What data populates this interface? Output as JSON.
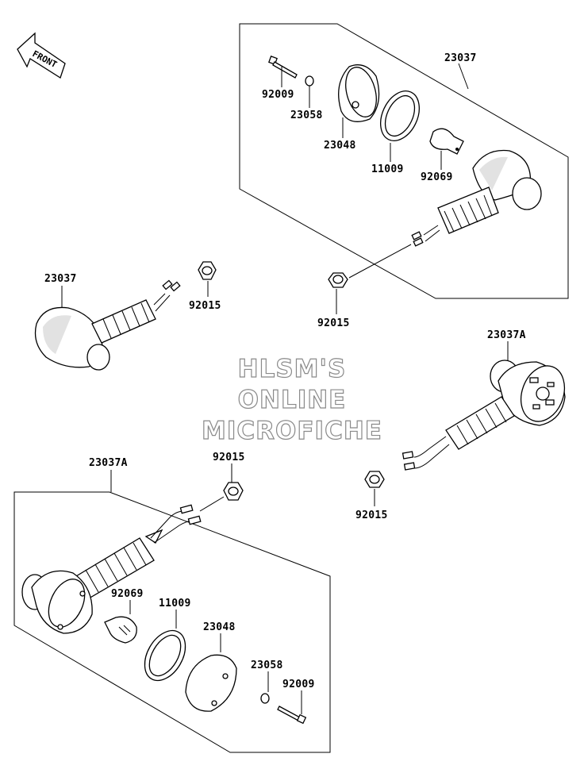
{
  "front_arrow": {
    "label": "FRONT"
  },
  "watermark": {
    "lines": [
      "HLSM'S",
      "ONLINE",
      "MICROFICHE"
    ]
  },
  "callouts": {
    "top_box_assembly": "23037",
    "top_screw": "92009",
    "top_washer": "23058",
    "top_lens": "23048",
    "top_gasket": "11009",
    "top_bulb": "92069",
    "top_nut": "92015",
    "left_signal": "23037",
    "left_nut": "92015",
    "right_signal": "23037A",
    "right_nut": "92015",
    "bottom_box_assembly": "23037A",
    "bottom_nut": "92015",
    "bottom_bulb": "92069",
    "bottom_gasket": "11009",
    "bottom_lens": "23048",
    "bottom_washer": "23058",
    "bottom_screw": "92009"
  }
}
